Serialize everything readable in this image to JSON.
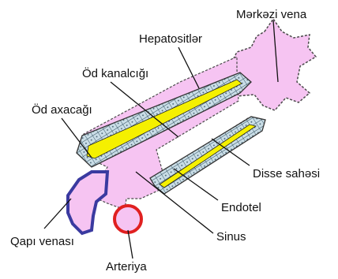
{
  "labels": {
    "central_vein": "Mərkəzi vena",
    "hepatocytes": "Hepatositlər",
    "bile_canaliculus": "Öd kanalcığı",
    "bile_ductule": "Öd axacağı",
    "disse_space": "Disse sahəsi",
    "endothelium": "Endotel",
    "sinusoid": "Sinus",
    "portal_vein": "Qapı venası",
    "artery": "Arteriya"
  },
  "colors": {
    "sinusoid_fill": "#f6c4f2",
    "bile_fill": "#f5f000",
    "hepatocyte_fill": "#c9dde6",
    "portal_vein_border": "#3a3aa0",
    "artery_border": "#e02020",
    "outline": "#4a4a4a"
  }
}
